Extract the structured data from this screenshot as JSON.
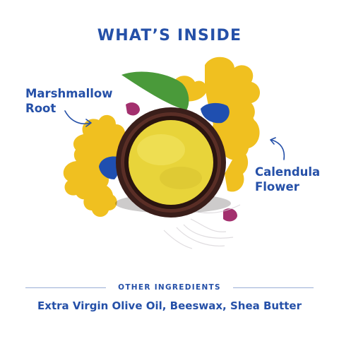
{
  "header": {
    "title": "WHAT’S INSIDE"
  },
  "ingredients": {
    "left_label_line1": "Marshmallow",
    "left_label_line2": "Root",
    "right_label_line1": "Calendula",
    "right_label_line2": "Flower"
  },
  "other": {
    "heading": "OTHER INGREDIENTS",
    "list": "Extra Virgin Olive Oil, Beeswax, Shea Butter"
  },
  "colors": {
    "brand_blue": "#2550a8",
    "flower_yellow": "#f0c020",
    "leaf_green": "#4a9a3a",
    "petal_blue": "#1f4fb0",
    "petal_magenta": "#a3306e",
    "jar_rim": "#3a1e1a",
    "balm_yellow": "#e8d43a"
  },
  "icons": {
    "left_arrow": "curved-arrow-icon",
    "right_arrow": "curved-arrow-icon"
  }
}
